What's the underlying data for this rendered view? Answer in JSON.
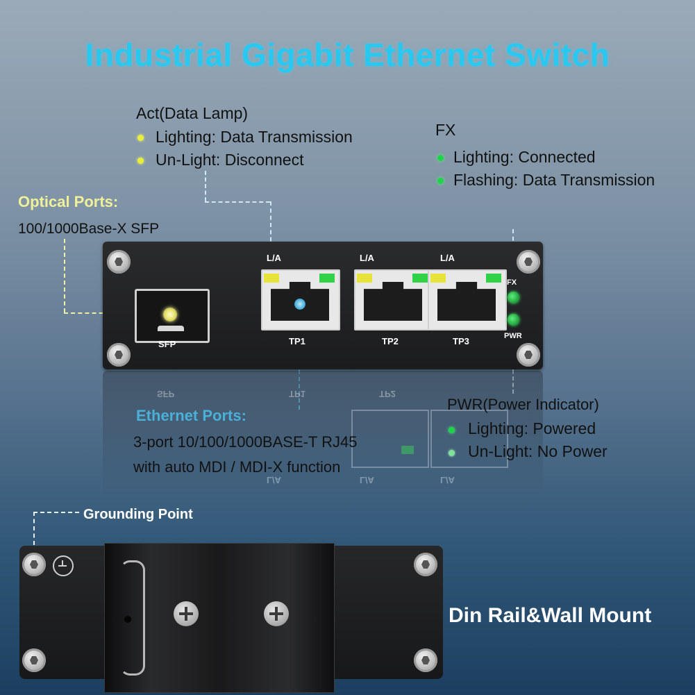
{
  "title": "Industrial Gigabit Ethernet Switch",
  "act": {
    "heading": "Act(Data Lamp)",
    "items": [
      "Lighting: Data Transmission",
      "Un-Light: Disconnect"
    ]
  },
  "fx": {
    "heading": "FX",
    "items": [
      "Lighting: Connected",
      "Flashing: Data Transmission"
    ]
  },
  "optical": {
    "heading": "Optical Ports:",
    "desc": "100/1000Base-X SFP"
  },
  "ethernet": {
    "heading": "Ethernet Ports:",
    "lines": [
      "3-port 10/100/1000BASE-T RJ45",
      "with auto MDI / MDI-X function"
    ]
  },
  "pwr": {
    "heading": "PWR(Power Indicator)",
    "items": [
      "Lighting: Powered",
      "Un-Light: No Power"
    ]
  },
  "device": {
    "port_labels": [
      "TP1",
      "TP2",
      "TP3"
    ],
    "la_label": "L/A",
    "sfp_label": "SFP",
    "fx_label": "FX",
    "pwr_label": "PWR",
    "reflect_labels": [
      "SFP",
      "TP1",
      "TP2",
      "L/A",
      "L/A",
      "L/A"
    ]
  },
  "grounding": "Grounding Point",
  "mount": "Din Rail&Wall Mount",
  "colors": {
    "title": "#29c8f0",
    "optical_heading": "#f0ef9a",
    "ethernet_heading": "#4ab0d8",
    "data_led": "#e9ee3a",
    "fx_led": "#1fd34a"
  }
}
